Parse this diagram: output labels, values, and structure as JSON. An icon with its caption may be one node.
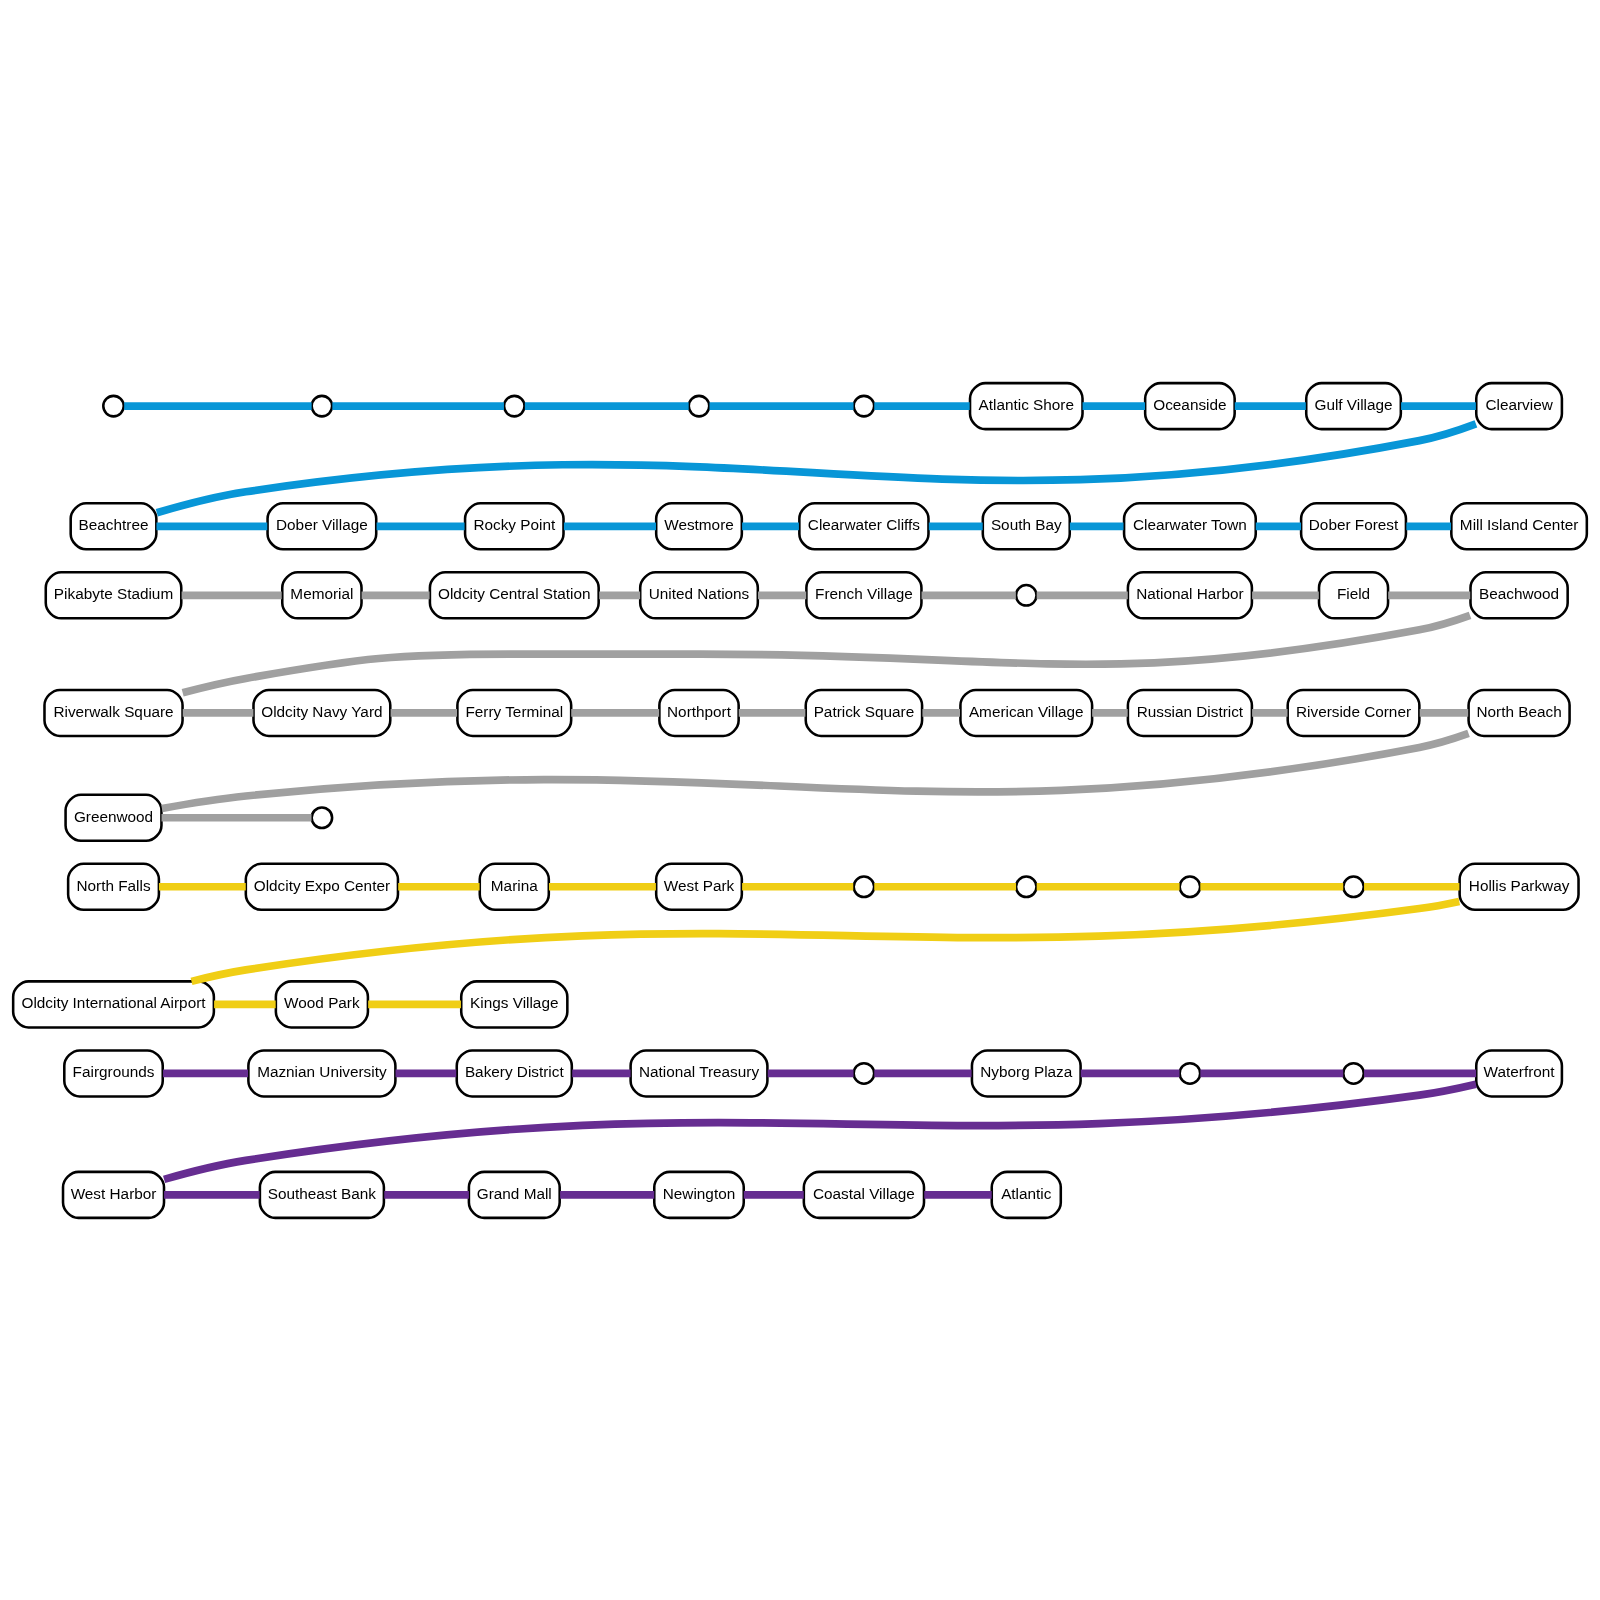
{
  "diagram": {
    "nodes": [
      {
        "text": [
          "Fairgrounds"
        ]
      },
      {
        "text": [
          "Maznian University"
        ]
      },
      {
        "text": [
          "Bakery District"
        ]
      },
      {
        "text": [
          "National Treasury"
        ]
      },
      {
        "text": [],
        "shape": "circle"
      },
      {
        "text": [
          "Nyborg Plaza"
        ]
      },
      {
        "text": [],
        "shape": "circle"
      },
      {
        "text": [],
        "shape": "circle"
      },
      {
        "text": [
          "Waterfront"
        ]
      },
      {
        "text": [
          "West Harbor"
        ]
      },
      {
        "text": [
          "Southeast Bank"
        ]
      },
      {
        "text": [
          "Grand Mall"
        ]
      },
      {
        "text": [
          "Newington"
        ]
      },
      {
        "text": [
          "Coastal Village"
        ]
      },
      {
        "text": [
          "Atlantic"
        ]
      },
      {
        "text": [
          "North Falls"
        ]
      },
      {
        "text": [
          "Oldcity Expo Center"
        ]
      },
      {
        "text": [
          "Marina"
        ]
      },
      {
        "text": [
          "West Park"
        ]
      },
      {
        "text": [],
        "shape": "circle"
      },
      {
        "text": [],
        "shape": "circle"
      },
      {
        "text": [],
        "shape": "circle"
      },
      {
        "text": [],
        "shape": "circle"
      },
      {
        "text": [
          "Hollis Parkway"
        ]
      },
      {
        "text": [
          "Oldcity International Airport"
        ]
      },
      {
        "text": [
          "Wood Park"
        ]
      },
      {
        "text": [
          "Kings Village"
        ]
      },
      {
        "text": [
          "Pikabyte Stadium"
        ]
      },
      {
        "text": [
          "Memorial"
        ]
      },
      {
        "text": [
          "Oldcity Central Station"
        ]
      },
      {
        "text": [
          "United Nations"
        ]
      },
      {
        "text": [
          "French Village"
        ]
      },
      {
        "text": [],
        "shape": "circle"
      },
      {
        "text": [
          "National Harbor"
        ]
      },
      {
        "text": [
          "Field"
        ]
      },
      {
        "text": [
          "Beachwood"
        ]
      },
      {
        "text": [
          "Riverwalk Square"
        ]
      },
      {
        "text": [
          "Oldcity Navy Yard"
        ]
      },
      {
        "text": [
          "Ferry Terminal"
        ]
      },
      {
        "text": [
          "Northport"
        ]
      },
      {
        "text": [
          "Patrick Square"
        ]
      },
      {
        "text": [
          "American Village"
        ]
      },
      {
        "text": [
          "Russian District"
        ]
      },
      {
        "text": [
          "Riverside Corner"
        ]
      },
      {
        "text": [
          "North Beach"
        ]
      },
      {
        "text": [
          "Greenwood"
        ]
      },
      {
        "text": [],
        "shape": "circle"
      },
      {
        "text": [],
        "shape": "circle"
      },
      {
        "text": [],
        "shape": "circle"
      },
      {
        "text": [],
        "shape": "circle"
      },
      {
        "text": [],
        "shape": "circle"
      },
      {
        "text": [],
        "shape": "circle"
      },
      {
        "text": [
          "Atlantic Shore"
        ]
      },
      {
        "text": [
          "Oceanside"
        ]
      },
      {
        "text": [
          "Gulf Village"
        ]
      },
      {
        "text": [
          "Clearview"
        ]
      },
      {
        "text": [
          "Beachtree"
        ]
      },
      {
        "text": [
          "Dober Village"
        ]
      },
      {
        "text": [
          "Rocky Point"
        ]
      },
      {
        "text": [
          "Westmore"
        ]
      },
      {
        "text": [
          "Clearwater Cliffs"
        ]
      },
      {
        "text": [
          "South Bay"
        ]
      },
      {
        "text": [
          "Clearwater Town"
        ]
      },
      {
        "text": [
          "Dober Forest"
        ]
      },
      {
        "text": [
          "Mill Island Center"
        ]
      }
    ],
    "edges": [
      {
        "from": 0,
        "to": 1,
        "arrow": "none",
        "color": "#662d91"
      },
      {
        "from": 1,
        "to": 2,
        "arrow": "none",
        "color": "#662d91"
      },
      {
        "from": 2,
        "to": 3,
        "arrow": "none",
        "color": "#662d91"
      },
      {
        "from": 3,
        "to": 4,
        "arrow": "none",
        "color": "#662d91"
      },
      {
        "from": 4,
        "to": 5,
        "arrow": "none",
        "color": "#662d91"
      },
      {
        "from": 5,
        "to": 6,
        "arrow": "none",
        "color": "#662d91"
      },
      {
        "from": 6,
        "to": 7,
        "arrow": "none",
        "color": "#662d91"
      },
      {
        "from": 7,
        "to": 8,
        "arrow": "none",
        "color": "#662d91"
      },
      {
        "from": 8,
        "to": 9,
        "arrow": "none",
        "color": "#662d91"
      },
      {
        "from": 9,
        "to": 10,
        "arrow": "none",
        "color": "#662d91"
      },
      {
        "from": 10,
        "to": 11,
        "arrow": "none",
        "color": "#662d91"
      },
      {
        "from": 11,
        "to": 12,
        "arrow": "none",
        "color": "#662d91"
      },
      {
        "from": 12,
        "to": 13,
        "arrow": "none",
        "color": "#662d91"
      },
      {
        "from": 13,
        "to": 14,
        "arrow": "none",
        "color": "#662d91"
      },
      {
        "from": 15,
        "to": 16,
        "arrow": "none",
        "color": "#f0ce15"
      },
      {
        "from": 16,
        "to": 17,
        "arrow": "none",
        "color": "#f0ce15"
      },
      {
        "from": 17,
        "to": 18,
        "arrow": "none",
        "color": "#f0ce15"
      },
      {
        "from": 18,
        "to": 19,
        "arrow": "none",
        "color": "#f0ce15"
      },
      {
        "from": 19,
        "to": 20,
        "arrow": "none",
        "color": "#f0ce15"
      },
      {
        "from": 20,
        "to": 21,
        "arrow": "none",
        "color": "#f0ce15"
      },
      {
        "from": 21,
        "to": 22,
        "arrow": "none",
        "color": "#f0ce15"
      },
      {
        "from": 22,
        "to": 23,
        "arrow": "none",
        "color": "#f0ce15"
      },
      {
        "from": 23,
        "to": 24,
        "arrow": "none",
        "color": "#f0ce15"
      },
      {
        "from": 24,
        "to": 25,
        "arrow": "none",
        "color": "#f0ce15"
      },
      {
        "from": 25,
        "to": 26,
        "arrow": "none",
        "color": "#f0ce15"
      },
      {
        "from": 27,
        "to": 28,
        "arrow": "none",
        "color": "#a0a0a0"
      },
      {
        "from": 28,
        "to": 29,
        "arrow": "none",
        "color": "#a0a0a0"
      },
      {
        "from": 29,
        "to": 30,
        "arrow": "none",
        "color": "#a0a0a0"
      },
      {
        "from": 30,
        "to": 31,
        "arrow": "none",
        "color": "#a0a0a0"
      },
      {
        "from": 31,
        "to": 32,
        "arrow": "none",
        "color": "#a0a0a0"
      },
      {
        "from": 32,
        "to": 33,
        "arrow": "none",
        "color": "#a0a0a0"
      },
      {
        "from": 33,
        "to": 34,
        "arrow": "none",
        "color": "#a0a0a0"
      },
      {
        "from": 34,
        "to": 35,
        "arrow": "none",
        "color": "#a0a0a0"
      },
      {
        "from": 35,
        "to": 36,
        "arrow": "none",
        "color": "#a0a0a0"
      },
      {
        "from": 36,
        "to": 37,
        "arrow": "none",
        "color": "#a0a0a0"
      },
      {
        "from": 37,
        "to": 38,
        "arrow": "none",
        "color": "#a0a0a0"
      },
      {
        "from": 38,
        "to": 39,
        "arrow": "none",
        "color": "#a0a0a0"
      },
      {
        "from": 39,
        "to": 40,
        "arrow": "none",
        "color": "#a0a0a0"
      },
      {
        "from": 40,
        "to": 41,
        "arrow": "none",
        "color": "#a0a0a0"
      },
      {
        "from": 41,
        "to": 42,
        "arrow": "none",
        "color": "#a0a0a0"
      },
      {
        "from": 42,
        "to": 43,
        "arrow": "none",
        "color": "#a0a0a0"
      },
      {
        "from": 43,
        "to": 44,
        "arrow": "none",
        "color": "#a0a0a0"
      },
      {
        "from": 44,
        "to": 45,
        "arrow": "none",
        "color": "#a0a0a0"
      },
      {
        "from": 45,
        "to": 46,
        "arrow": "none",
        "color": "#a0a0a0"
      },
      {
        "from": 47,
        "to": 48,
        "arrow": "none",
        "color": "#0896d7"
      },
      {
        "from": 48,
        "to": 49,
        "arrow": "none",
        "color": "#0896d7"
      },
      {
        "from": 49,
        "to": 50,
        "arrow": "none",
        "color": "#0896d7"
      },
      {
        "from": 50,
        "to": 51,
        "arrow": "none",
        "color": "#0896d7"
      },
      {
        "from": 51,
        "to": 52,
        "arrow": "none",
        "color": "#0896d7"
      },
      {
        "from": 52,
        "to": 53,
        "arrow": "none",
        "color": "#0896d7"
      },
      {
        "from": 53,
        "to": 54,
        "arrow": "none",
        "color": "#0896d7"
      },
      {
        "from": 54,
        "to": 55,
        "arrow": "none",
        "color": "#0896d7"
      },
      {
        "from": 55,
        "to": 56,
        "arrow": "none",
        "color": "#0896d7"
      },
      {
        "from": 56,
        "to": 57,
        "arrow": "none",
        "color": "#0896d7"
      },
      {
        "from": 57,
        "to": 58,
        "arrow": "none",
        "color": "#0896d7"
      },
      {
        "from": 58,
        "to": 59,
        "arrow": "none",
        "color": "#0896d7"
      },
      {
        "from": 59,
        "to": 60,
        "arrow": "none",
        "color": "#0896d7"
      },
      {
        "from": 60,
        "to": 61,
        "arrow": "none",
        "color": "#0896d7"
      },
      {
        "from": 61,
        "to": 62,
        "arrow": "none",
        "color": "#0896d7"
      },
      {
        "from": 62,
        "to": 63,
        "arrow": "none",
        "color": "#0896d7"
      },
      {
        "from": 63,
        "to": 64,
        "arrow": "none",
        "color": "#0896d7"
      }
    ]
  }
}
